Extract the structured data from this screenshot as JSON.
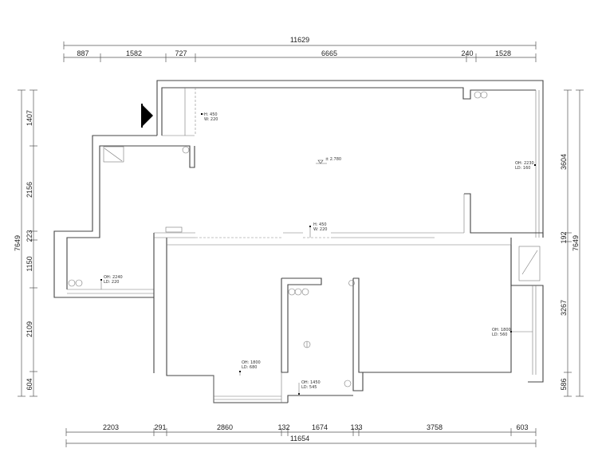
{
  "dims_top": {
    "total": "11629",
    "segments": [
      "887",
      "1582",
      "727",
      "6665",
      "240",
      "1528"
    ]
  },
  "dims_bottom": {
    "total": "11654",
    "segments": [
      "2203",
      "291",
      "2860",
      "132",
      "1674",
      "133",
      "3758",
      "603"
    ]
  },
  "dims_left": {
    "total": "7649",
    "segments": [
      "1407",
      "2156",
      "223",
      "1150",
      "2109",
      "604"
    ]
  },
  "dims_right": {
    "total": "7649",
    "segments": [
      "3604",
      "192",
      "3267",
      "586"
    ]
  },
  "annotations": {
    "top_window_h": "H: 450",
    "top_window_w": "W: 220",
    "level_mark": "± 2.780",
    "mid_window_h": "H: 450",
    "mid_window_w": "W: 220",
    "right_top_oh": "OH: 2230",
    "right_top_ld": "LD: 160",
    "left_oh": "OH: 2240",
    "left_ld": "LD: 220",
    "right_low_oh": "OH: 1800",
    "right_low_ld": "LD: 560",
    "bottom_oh": "OH: 1800",
    "bottom_ld": "LD: 680",
    "bath_oh": "OH: 1450",
    "bath_ld": "LD: 545"
  },
  "colors": {
    "line": "#444444",
    "fill_arrow": "#000000"
  }
}
